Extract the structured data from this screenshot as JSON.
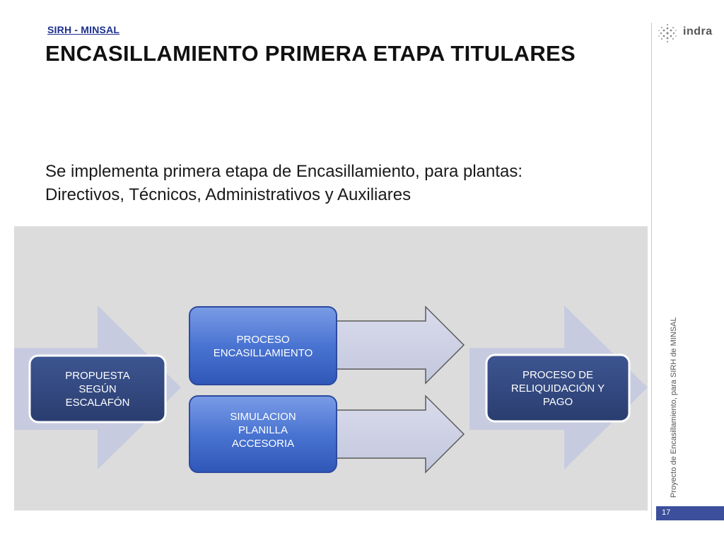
{
  "header": {
    "section_link": "SIRH - MINSAL",
    "title": "ENCASILLAMIENTO PRIMERA ETAPA TITULARES"
  },
  "body": {
    "line1": "Se implementa primera etapa de Encasillamiento, para plantas:",
    "line2": "Directivos, Técnicos, Administrativos y Auxiliares"
  },
  "diagram": {
    "boxes": {
      "propuesta": [
        "PROPUESTA",
        "SEGÚN",
        "ESCALAFÓN"
      ],
      "proceso_encasillamiento": [
        "PROCESO",
        "ENCASILLAMIENTO"
      ],
      "simulacion": [
        "SIMULACION",
        "PLANILLA",
        "ACCESORIA"
      ],
      "reliquidacion": [
        "PROCESO DE",
        "RELIQUIDACIÓN Y",
        "PAGO"
      ]
    }
  },
  "sidebar": {
    "brand": "indra",
    "footnote": "Proyecto de Encasillamiento, para SIRH de MINSAL",
    "page_number": "17"
  },
  "colors": {
    "dark_box": "#2f4479",
    "light_box": "#4d79d6",
    "arrow_fill": "#c7cbe0",
    "panel_bg": "#dcdcdc",
    "title_link": "#1c2f8c"
  }
}
